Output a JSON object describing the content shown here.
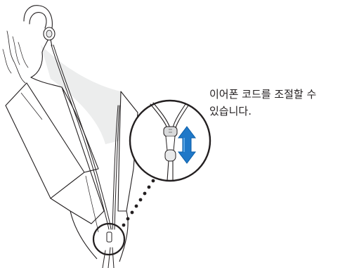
{
  "caption": {
    "line1": "이어폰 코드를 조절할 수",
    "line2": "있습니다."
  },
  "colors": {
    "line": "#231f20",
    "shade": "#e9eaeb",
    "arrow_dark": "#0b5ea8",
    "arrow_light": "#3a8fd6",
    "background": "#ffffff"
  },
  "icons": {
    "adjust_arrow": "double-headed-vertical-arrow",
    "earbud": "earbud",
    "cable_slider": "cable-cinch-slider"
  }
}
